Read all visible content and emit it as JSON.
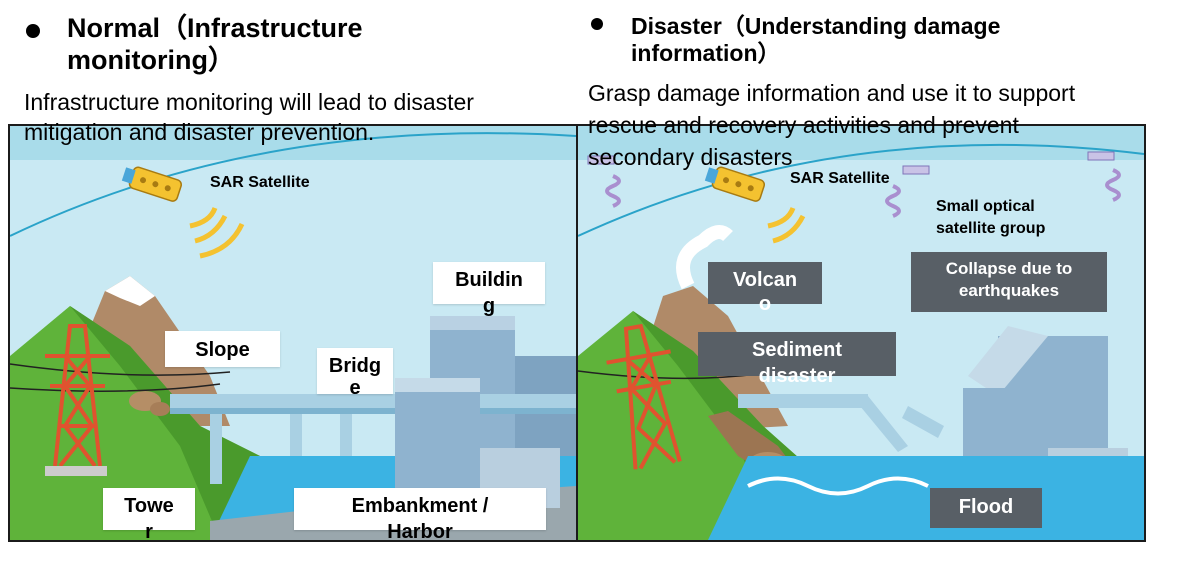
{
  "left": {
    "heading_line1": "Normal（Infrastructure",
    "heading_line2": "monitoring）",
    "description_line1": "Infrastructure monitoring will lead to disaster",
    "description_line2": "mitigation and disaster prevention.",
    "satellite_label": "SAR Satellite",
    "labels": {
      "slope": "Slope",
      "bridge_1": "Bridg",
      "bridge_2": "e",
      "building_1": "Buildin",
      "building_2": "g",
      "tower_1": "Towe",
      "tower_2": "r",
      "embankment_1": "Embankment /",
      "embankment_2": "Harbor"
    }
  },
  "right": {
    "heading_line1": "Disaster（Understanding damage",
    "heading_line2": "information）",
    "description_line1": "Grasp damage information and use it to support",
    "description_line2": "rescue and recovery activities and prevent",
    "description_line3": "secondary disasters",
    "satellite_label": "SAR Satellite",
    "optical_label_1": "Small optical",
    "optical_label_2": "satellite group",
    "labels": {
      "volcano_1": "Volcan",
      "volcano_2": "o",
      "sediment_1": "Sediment",
      "sediment_2": "disaster",
      "collapse_1": "Collapse due to",
      "collapse_2": "earthquakes",
      "flood": "Flood"
    }
  },
  "colors": {
    "sky": "#c9e9f3",
    "water": "#3bb3e3",
    "hill": "#5fb33a",
    "tower": "#e0532f",
    "bridge": "#a9d0e3",
    "building": "#8fb3cf",
    "dark_label": "#585f66",
    "orbit": "#2aa3c9",
    "satellite": "#f4c230"
  }
}
